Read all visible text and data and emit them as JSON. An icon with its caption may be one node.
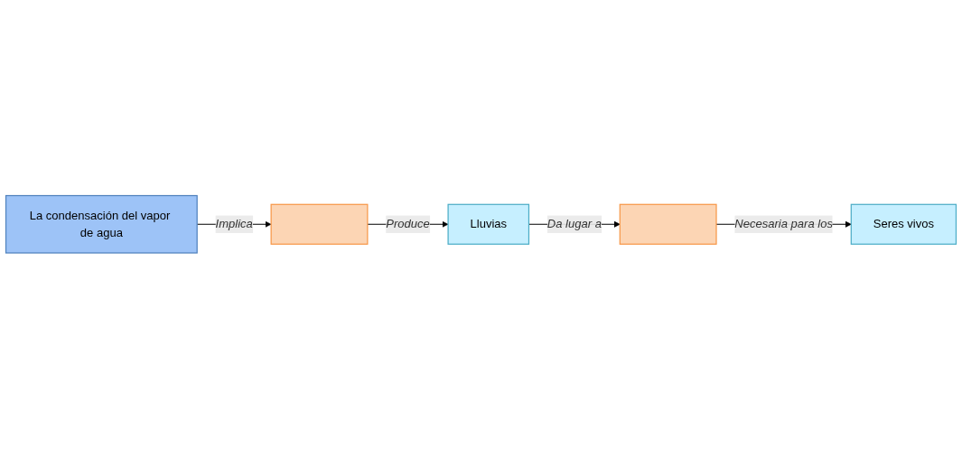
{
  "diagram": {
    "nodes": [
      {
        "text": [
          "La condensación del vapor de agua"
        ]
      },
      {
        "text": [],
        "shape": "box"
      },
      {
        "text": [
          "Lluvias"
        ]
      },
      {
        "text": [],
        "shape": "box"
      },
      {
        "text": [
          "Seres vivos"
        ]
      }
    ],
    "edges": [
      {
        "from": 0,
        "to": 1,
        "arrow": "to",
        "label": "Implica"
      },
      {
        "from": 1,
        "to": 2,
        "arrow": "to",
        "label": "Produce"
      },
      {
        "from": 2,
        "to": 3,
        "arrow": "to",
        "label": "Da lugar a"
      },
      {
        "from": 3,
        "to": 4,
        "arrow": "to",
        "label": "Necesaria para los"
      }
    ]
  }
}
